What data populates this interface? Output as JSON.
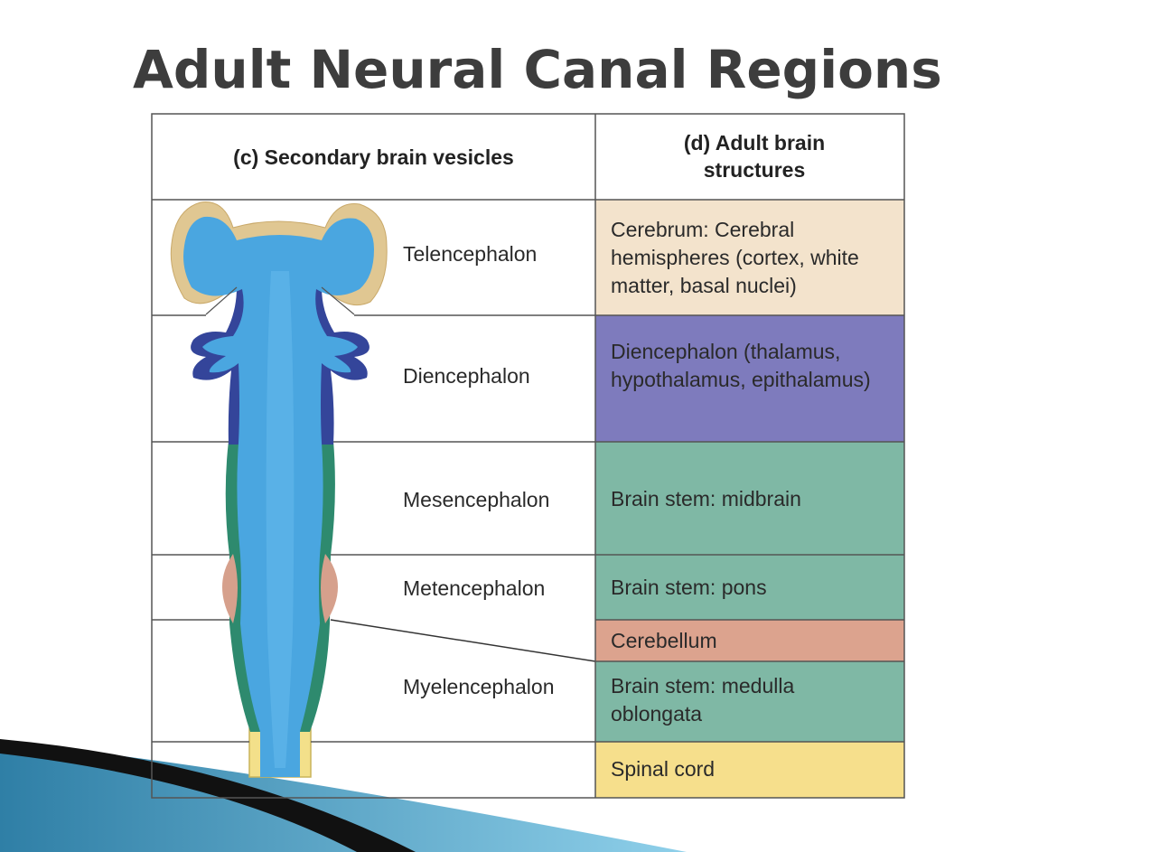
{
  "title": "Adult Neural Canal Regions",
  "table": {
    "header_left": "(c) Secondary brain vesicles",
    "header_right": "(d) Adult brain structures"
  },
  "vesicles": [
    {
      "name": "Telencephalon"
    },
    {
      "name": "Diencephalon"
    },
    {
      "name": "Mesencephalon"
    },
    {
      "name": "Metencephalon"
    },
    {
      "name": "Myelencephalon"
    }
  ],
  "structures": [
    {
      "text": "Cerebrum: Cerebral hemispheres (cortex, white matter, basal nuclei)",
      "color": "#f3e3cc"
    },
    {
      "text": "Diencephalon (thalamus, hypothalamus, epithalamus)",
      "color": "#7e7bbd"
    },
    {
      "text": "Brain stem: midbrain",
      "color": "#7fb8a5"
    },
    {
      "text": "Brain stem: pons",
      "color": "#7fb8a5"
    },
    {
      "text": "Cerebellum",
      "color": "#dca38e"
    },
    {
      "text": "Brain stem: medulla oblongata",
      "color": "#7fb8a5"
    },
    {
      "text": "Spinal cord",
      "color": "#f6df8c"
    }
  ],
  "colors": {
    "canal": "#4aa6e0",
    "telencephalon_wall": "#e0c792",
    "diencephalon_wall": "#34459a",
    "brainstem_wall": "#2e8a6e",
    "cerebellum_wall": "#d6a08c",
    "spinal_wall": "#f3e08a",
    "grid": "#555555"
  }
}
